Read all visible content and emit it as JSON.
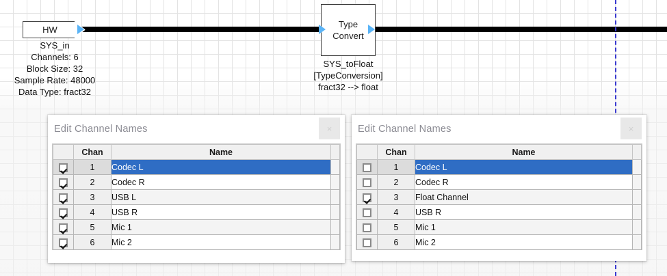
{
  "diagram": {
    "blocks": [
      {
        "id": "hw",
        "label": "HW",
        "caption": "SYS_in\nChannels: 6\nBlock Size: 32\nSample Rate: 48000\nData Type: fract32"
      },
      {
        "id": "type-convert",
        "label_line1": "Type",
        "label_line2": "Convert",
        "caption": "SYS_toFloat\n[TypeConversion]\nfract32 --> float"
      }
    ],
    "accent_port_color": "#5ab4f7",
    "wire_color": "#000000",
    "marker_line_color": "#3a3ad0"
  },
  "dialog_left": {
    "title": "Edit Channel Names",
    "close_label": "×",
    "columns": [
      "",
      "Chan",
      "Name",
      ""
    ],
    "rows": [
      {
        "checked": true,
        "chan": "1",
        "name": "Codec L",
        "selected": true
      },
      {
        "checked": true,
        "chan": "2",
        "name": "Codec R",
        "selected": false
      },
      {
        "checked": true,
        "chan": "3",
        "name": "USB L",
        "selected": false
      },
      {
        "checked": true,
        "chan": "4",
        "name": "USB R",
        "selected": false
      },
      {
        "checked": true,
        "chan": "5",
        "name": "Mic 1",
        "selected": false
      },
      {
        "checked": true,
        "chan": "6",
        "name": "Mic 2",
        "selected": false
      }
    ]
  },
  "dialog_right": {
    "title": "Edit Channel Names",
    "close_label": "×",
    "columns": [
      "",
      "Chan",
      "Name",
      ""
    ],
    "rows": [
      {
        "checked": false,
        "chan": "1",
        "name": "Codec L",
        "selected": true
      },
      {
        "checked": false,
        "chan": "2",
        "name": "Codec R",
        "selected": false
      },
      {
        "checked": true,
        "chan": "3",
        "name": "Float Channel",
        "selected": false
      },
      {
        "checked": false,
        "chan": "4",
        "name": "USB R",
        "selected": false
      },
      {
        "checked": false,
        "chan": "5",
        "name": "Mic 1",
        "selected": false
      },
      {
        "checked": false,
        "chan": "6",
        "name": "Mic 2",
        "selected": false
      }
    ]
  },
  "theme": {
    "selection_blue": "#2f6dc4",
    "title_gray": "#8b8b93",
    "grid_line": "#e3e3e3"
  }
}
